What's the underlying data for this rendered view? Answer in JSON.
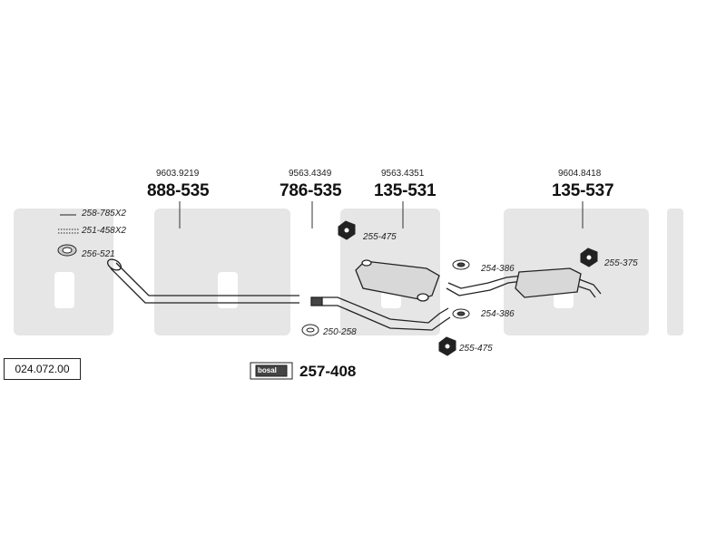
{
  "diagram": {
    "colors": {
      "watermark": "#e6e6e6",
      "line": "#222222",
      "part_fill": "#cfcfcf",
      "part_dark": "#444444"
    },
    "oem_numbers": [
      "9603.9219",
      "9563.4349",
      "9563.4351",
      "9604.8418"
    ],
    "part_numbers": [
      "888-535",
      "786-535",
      "135-531",
      "135-537"
    ],
    "small_parts": {
      "p258_785": "258-785X2",
      "p251_458": "251-458X2",
      "p256_521": "256-521",
      "p255_475_top": "255-475",
      "p254_386_top": "254-386",
      "p255_375": "255-375",
      "p250_258": "250-258",
      "p254_386_bottom": "254-386",
      "p255_475_bottom": "255-475"
    },
    "catalog_code": "024.072.00",
    "kit": {
      "brand": "bosal",
      "number": "257-408"
    }
  }
}
